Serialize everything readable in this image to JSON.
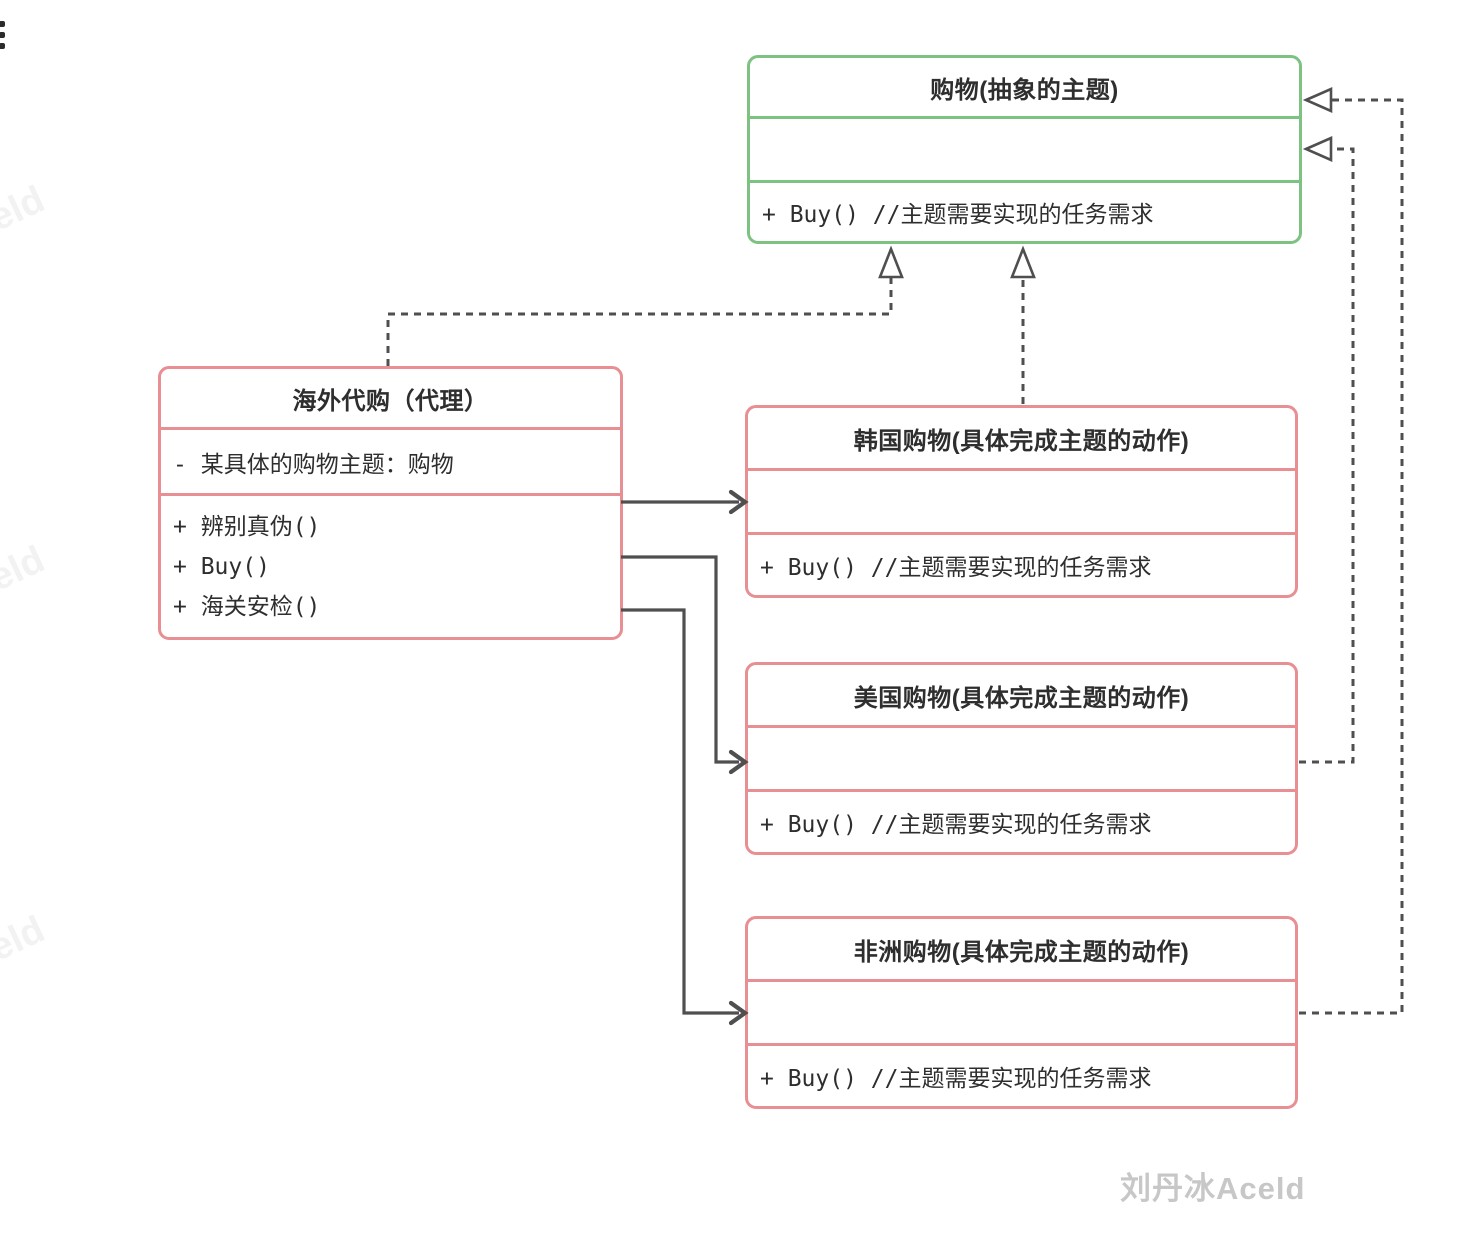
{
  "colors": {
    "green": "#7ec282",
    "pink": "#e88f93",
    "connector": "#4f4f4f",
    "ink": "#2e2e2e",
    "wm": "#c7c7c7",
    "wm-faint": "#f2f2f2",
    "bg": "#ffffff"
  },
  "classes": {
    "abstract": {
      "title": "购物(抽象的主题)",
      "attribute": "",
      "method": "+ Buy() //主题需要实现的任务需求"
    },
    "proxy": {
      "title": "海外代购（代理）",
      "attribute": "- 某具体的购物主题：购物",
      "methods": [
        "+ 辨别真伪()",
        "+ Buy()",
        "+ 海关安检()"
      ]
    },
    "korea": {
      "title": "韩国购物(具体完成主题的动作)",
      "attribute": "",
      "method": "+ Buy() //主题需要实现的任务需求"
    },
    "usa": {
      "title": "美国购物(具体完成主题的动作)",
      "attribute": "",
      "method": "+ Buy() //主题需要实现的任务需求"
    },
    "africa": {
      "title": "非洲购物(具体完成主题的动作)",
      "attribute": "",
      "method": "+ Buy() //主题需要实现的任务需求"
    }
  },
  "watermark": {
    "author": "刘丹冰Aceld",
    "fragments": [
      "eld",
      "eld",
      "eld"
    ]
  }
}
